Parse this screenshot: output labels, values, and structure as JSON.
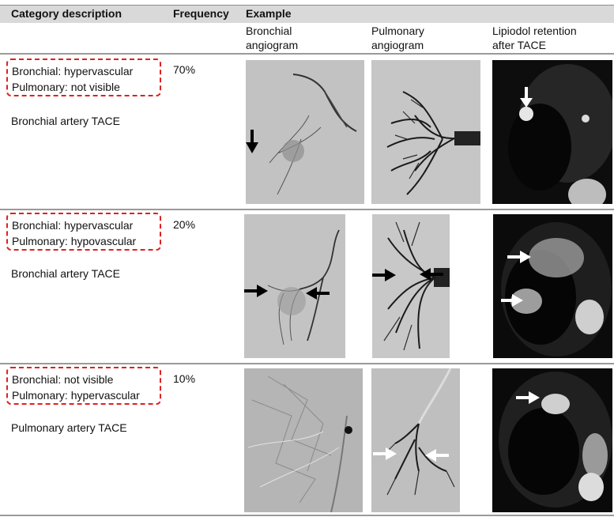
{
  "header": {
    "category_description": "Category description",
    "frequency": "Frequency",
    "example": "Example",
    "col_bronchial": [
      "Bronchial",
      "angiogram"
    ],
    "col_pulmonary": [
      "Pulmonary",
      "angiogram"
    ],
    "col_lipiodol": [
      "Lipiodol retention",
      "after TACE"
    ]
  },
  "rows": [
    {
      "bronchial": "Bronchial: hypervascular",
      "pulmonary": "Pulmonary: not visible",
      "frequency": "70%",
      "treatment": "Bronchial artery TACE"
    },
    {
      "bronchial": "Bronchial: hypervascular",
      "pulmonary": "Pulmonary: hypovascular",
      "frequency": "20%",
      "treatment": "Bronchial artery TACE"
    },
    {
      "bronchial": "Bronchial: not visible",
      "pulmonary": "Pulmonary: hypervascular",
      "frequency": "10%",
      "treatment": "Pulmonary artery TACE"
    }
  ],
  "images": {
    "row1": [
      "bronchial-angiogram",
      "pulmonary-angiogram",
      "ct-lipiodol"
    ],
    "row2": [
      "bronchial-angiogram",
      "pulmonary-angiogram",
      "ct-lipiodol"
    ],
    "row3": [
      "bronchial-angiogram",
      "pulmonary-angiogram",
      "ct-lipiodol"
    ]
  },
  "colors": {
    "dashed_box": "#e02020",
    "header_band": "#d9d9d9"
  }
}
